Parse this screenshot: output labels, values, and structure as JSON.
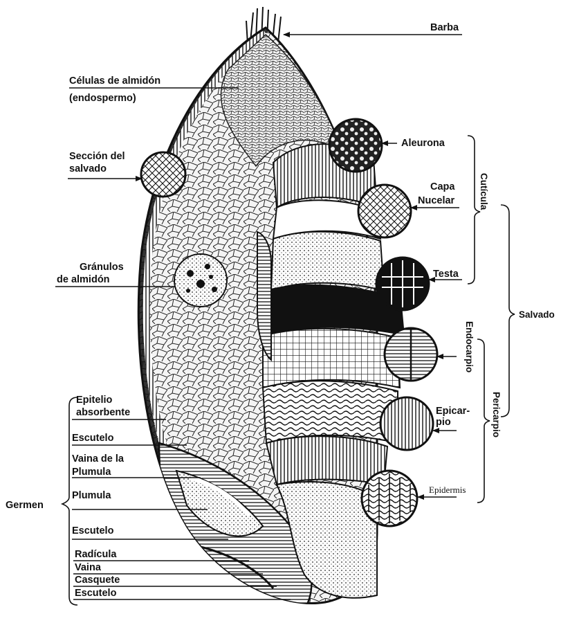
{
  "labels": {
    "barba": "Barba",
    "celulas_1": "Células de almidón",
    "celulas_2": "(endospermo)",
    "seccion_1": "Sección del",
    "seccion_2": "salvado",
    "granulos_1": "Gránulos",
    "granulos_2": "de almidón",
    "aleurona": "Aleurona",
    "capa_1": "Capa",
    "capa_2": "Nucelar",
    "testa": "Testa",
    "epicarpio_1": "Epicar-",
    "epicarpio_2": "pio",
    "epidermis": "Epidermis",
    "epitelio_1": "Epitelio",
    "epitelio_2": "absorbente",
    "escutelo_1": "Escutelo",
    "vaina_1": "Vaina de la",
    "vaina_2": "Plumula",
    "plumula": "Plumula",
    "escutelo_2": "Escutelo",
    "radicula": "Radícula",
    "vaina_3": "Vaina",
    "casquete": "Casquete",
    "escutelo_3": "Escutelo"
  },
  "groups": {
    "cuticula": "Cutícula",
    "salvado": "Salvado",
    "endocarpio": "Endocarpio",
    "pericarpio": "Pericarpio",
    "germen": "Germen"
  }
}
